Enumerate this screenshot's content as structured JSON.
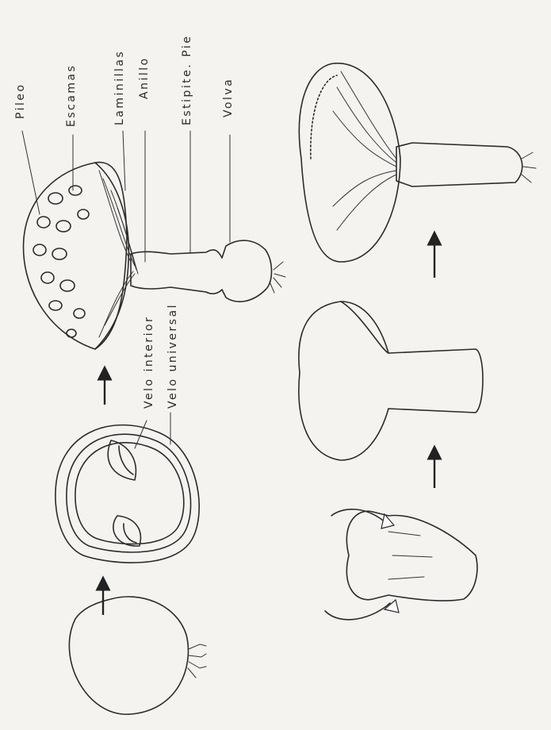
{
  "diagram": {
    "labels": {
      "pileo": "Pileo",
      "escamas": "Escamas",
      "laminillas": "Laminillas",
      "anillo": "Anillo",
      "estipite": "Estipite. Pie",
      "volva": "Volva",
      "velo_interior": "Velo interior",
      "velo_universal": "Velo universal"
    },
    "colors": {
      "ink": "#2b2b2b",
      "paper": "#f4f3f0"
    }
  }
}
